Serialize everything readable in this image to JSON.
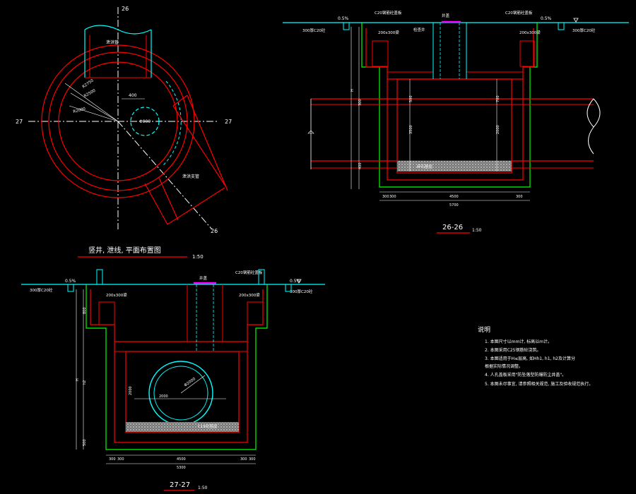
{
  "plan": {
    "axis_top": "26",
    "axis_bottom": "26",
    "axis_left": "27",
    "axis_right": "27",
    "title": "竖井, 泄线, 平面布置图",
    "scale": "1:50",
    "pipe_note": "泄洪管",
    "radius_1": "R2750",
    "radius_2": "R2500",
    "radius_3": "R2000",
    "hole_label": "Φ900",
    "dim_400": "400",
    "side_label": "泄洪支管"
  },
  "section_26": {
    "title": "26-26",
    "scale": "1:50",
    "slope_left": "0.5%",
    "slope_right": "0.5%",
    "ground_left": "300厚C20砼",
    "ground_right": "300厚C20砼",
    "note_top_left": "C20钢筋砼盖板",
    "note_top_right": "C20钢筋砼盖板",
    "manhole": "检查井",
    "cover": "井盖",
    "beam_left": "200x300梁",
    "beam_right": "200x300梁",
    "gravel": "碎石垫层",
    "dim_width": "4500",
    "dim_total": "5700",
    "dim_300a": "300",
    "dim_300b": "300",
    "dim_300c": "300",
    "dim_h1": "H",
    "dim_500": "500",
    "dim_2000": "2000",
    "dim_3500": "3500",
    "dim_700": "700",
    "dim_400": "400",
    "dim_300": "300"
  },
  "section_27": {
    "title": "27-27",
    "scale": "1:50",
    "slope_left": "0.5%",
    "slope_right": "0.5%",
    "ground_left": "300厚C20砼",
    "ground_right": "300厚C20砼",
    "note_top_right": "C20钢筋砼盖板",
    "cover": "井盖",
    "beam_left": "200x300梁",
    "beam_right": "200x300梁",
    "pipe_label": "Φ2000",
    "dim_2000a": "2000",
    "dim_2000b": "2000",
    "gravel": "C15砼垫层",
    "dim_width": "4500",
    "dim_total": "5300",
    "dim_300a": "300",
    "dim_300b": "300",
    "dim_300c": "300",
    "dim_300d": "300",
    "dim_h": "H",
    "dim_h2": "h2",
    "dim_800": "800",
    "dim_500": "500"
  },
  "notes": {
    "heading": "说明",
    "items": [
      "1. 本图尺寸以mm计, 标高以m计。",
      "2. 本图采用C25钢筋砼浇筑。",
      "3. 本图适用于H≤层高, 如Hh1, h1, h2及计算分",
      "   根据实际情况调整。",
      "4. 人孔盖板采用\"防坠落型防爆防尘井盖\"。",
      "5. 本图未尽事宜, 请参照相关规范, 施工及验收规范执行。"
    ]
  },
  "colors": {
    "background": "#000000",
    "red": "#ff0000",
    "cyan": "#00ffff",
    "green": "#00ff00",
    "white": "#ffffff",
    "yellow": "#ffff00",
    "magenta": "#ff00ff",
    "grey": "#aaaaaa"
  }
}
